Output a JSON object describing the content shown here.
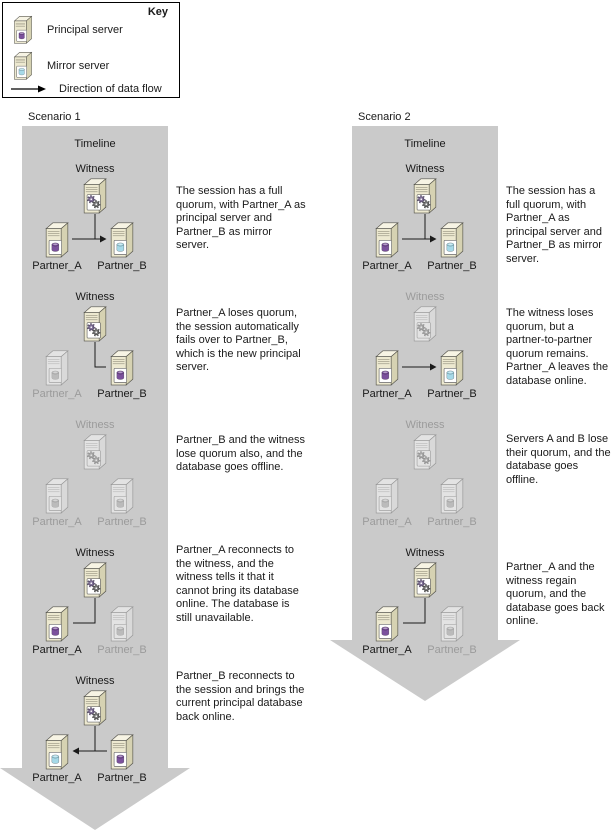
{
  "key": {
    "title": "Key",
    "items": [
      {
        "icon": "principal-server-icon",
        "label": "Principal server"
      },
      {
        "icon": "mirror-server-icon",
        "label": "Mirror server"
      },
      {
        "icon": "data-flow-arrow-icon",
        "label": "Direction of data flow"
      }
    ]
  },
  "common": {
    "timeline_label": "Timeline",
    "witness_label": "Witness",
    "partner_a_label": "Partner_A",
    "partner_b_label": "Partner_B"
  },
  "colors": {
    "principal_db": "#7B519C",
    "mirror_db": "#A6D9E8",
    "timeline_arrow": "#CACACA",
    "server_body": "#EDE9D0"
  },
  "scenario1": {
    "title": "Scenario 1",
    "stages": [
      {
        "description": "The session has a full quorum, with Partner_A as principal server and Partner_B as mirror server.",
        "witness_state": "active",
        "partner_a_state": "principal",
        "partner_b_state": "mirror",
        "data_flow": "a-to-b"
      },
      {
        "description": "Partner_A loses quorum, the session automatically fails over to Partner_B, which is the new principal server.",
        "witness_state": "active",
        "partner_a_state": "faded",
        "partner_b_state": "principal",
        "data_flow": "none"
      },
      {
        "description": "Partner_B and the witness lose quorum also, and the database goes offline.",
        "witness_state": "faded",
        "partner_a_state": "faded",
        "partner_b_state": "faded",
        "data_flow": "none"
      },
      {
        "description": "Partner_A reconnects to the witness, and the witness tells it that it cannot bring its database online. The database is still unavailable.",
        "witness_state": "active",
        "partner_a_state": "principal",
        "partner_b_state": "faded",
        "data_flow": "none"
      },
      {
        "description": "Partner_B reconnects to the session and brings the current principal database back online.",
        "witness_state": "active",
        "partner_a_state": "mirror",
        "partner_b_state": "principal",
        "data_flow": "b-to-a"
      }
    ]
  },
  "scenario2": {
    "title": "Scenario 2",
    "stages": [
      {
        "description": "The session has a full quorum, with Partner_A as principal server and Partner_B as mirror server.",
        "witness_state": "active",
        "partner_a_state": "principal",
        "partner_b_state": "mirror",
        "data_flow": "a-to-b"
      },
      {
        "description": "The witness loses quorum, but a partner-to-partner quorum remains. Partner_A leaves the database online.",
        "witness_state": "faded",
        "partner_a_state": "principal",
        "partner_b_state": "mirror",
        "data_flow": "a-to-b"
      },
      {
        "description": "Servers A and B lose their quorum, and the database goes offline.",
        "witness_state": "faded",
        "partner_a_state": "faded",
        "partner_b_state": "faded",
        "data_flow": "none"
      },
      {
        "description": "Partner_A and the witness regain quorum, and the database goes back online.",
        "witness_state": "active",
        "partner_a_state": "principal",
        "partner_b_state": "faded",
        "data_flow": "none"
      }
    ]
  }
}
